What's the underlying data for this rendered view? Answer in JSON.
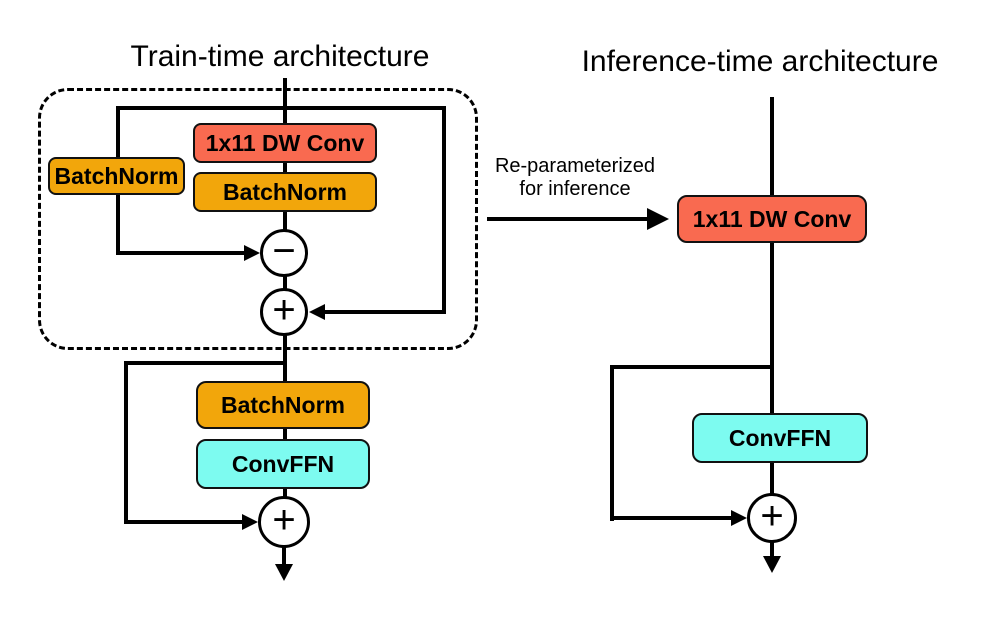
{
  "left": {
    "title": "Train-time architecture",
    "boxes": {
      "dwconv": "1x11 DW Conv",
      "batchnorm_branch": "BatchNorm",
      "batchnorm_mid": "BatchNorm",
      "batchnorm_lower": "BatchNorm",
      "convffn": "ConvFFN"
    },
    "operators": {
      "minus": "−",
      "plus_merge": "+",
      "plus_residual": "+"
    }
  },
  "middle": {
    "annotation_line1": "Re-parameterized",
    "annotation_line2": "for inference"
  },
  "right": {
    "title": "Inference-time architecture",
    "boxes": {
      "dwconv": "1x11 DW Conv",
      "convffn": "ConvFFN"
    },
    "operators": {
      "plus_residual": "+"
    }
  },
  "colors": {
    "conv_red": "#F96A50",
    "batchnorm_orange": "#F2A60B",
    "ffn_cyan": "#7DFBF0",
    "line_black": "#000000"
  }
}
